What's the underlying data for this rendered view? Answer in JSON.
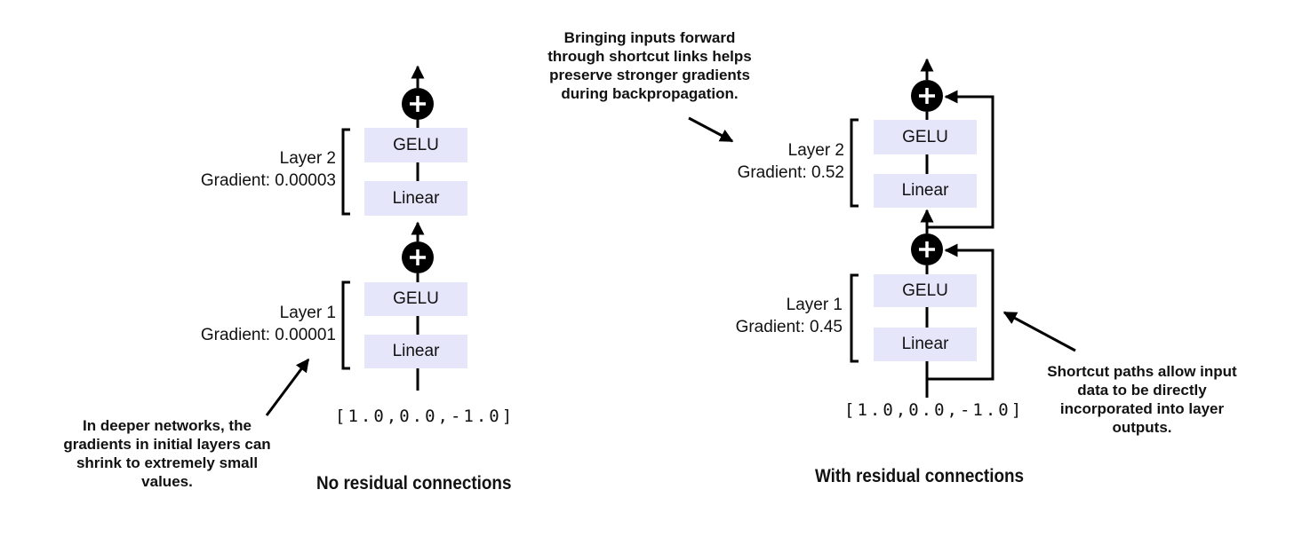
{
  "left": {
    "layer2": {
      "name": "Layer 2",
      "gradient": "Gradient: 0.00003",
      "top_box": "GELU",
      "bottom_box": "Linear"
    },
    "layer1": {
      "name": "Layer 1",
      "gradient": "Gradient: 0.00001",
      "top_box": "GELU",
      "bottom_box": "Linear"
    },
    "input": "[1.0,0.0,-1.0]",
    "title": "No residual connections",
    "note": [
      "In deeper networks, the",
      "gradients in initial layers can",
      "shrink to extremely small",
      "values."
    ]
  },
  "right": {
    "layer2": {
      "name": "Layer 2",
      "gradient": "Gradient: 0.52",
      "top_box": "GELU",
      "bottom_box": "Linear"
    },
    "layer1": {
      "name": "Layer 1",
      "gradient": "Gradient: 0.45",
      "top_box": "GELU",
      "bottom_box": "Linear"
    },
    "input": "[1.0,0.0,-1.0]",
    "title": "With residual connections",
    "note_top": [
      "Bringing inputs forward",
      "through shortcut links helps",
      "preserve stronger gradients",
      "during backpropagation."
    ],
    "note_right": [
      "Shortcut paths allow input",
      "data to be directly",
      "incorporated into layer",
      "outputs."
    ]
  },
  "colors": {
    "box_fill": "#e6e6fb",
    "line": "#000000",
    "plus_node": "#000000"
  },
  "icons": {
    "add": "plus-circle-icon",
    "arrow": "arrow-up-icon"
  }
}
